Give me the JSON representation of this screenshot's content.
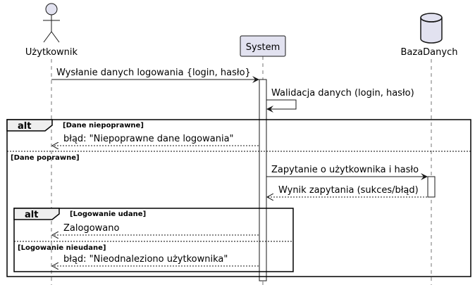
{
  "participants": {
    "user": "Użytkownik",
    "system": "System",
    "db": "BazaDanych"
  },
  "messages": {
    "m1": "Wysłanie danych logowania {login, hasło}",
    "m2": "Walidacja danych (login, hasło)",
    "m3": "błąd: \"Niepoprawne dane logowania\"",
    "m4": "Zapytanie o użytkownika i hasło",
    "m5": "Wynik zapytania (sukces/błąd)",
    "m6": "Zalogowano",
    "m7": "błąd: \"Nieodnaleziono użytkownika\""
  },
  "fragments": {
    "outer": {
      "keyword": "alt",
      "guard1": "[Dane niepoprawne]",
      "guard2": "[Dane poprawne]"
    },
    "inner": {
      "keyword": "alt",
      "guard1": "[Logowanie udane]",
      "guard2": "[Logowanie nieudane]"
    }
  },
  "colors": {
    "participant_fill": "#E2E2F0",
    "stroke": "#181818",
    "background": "#FFFFFF"
  }
}
